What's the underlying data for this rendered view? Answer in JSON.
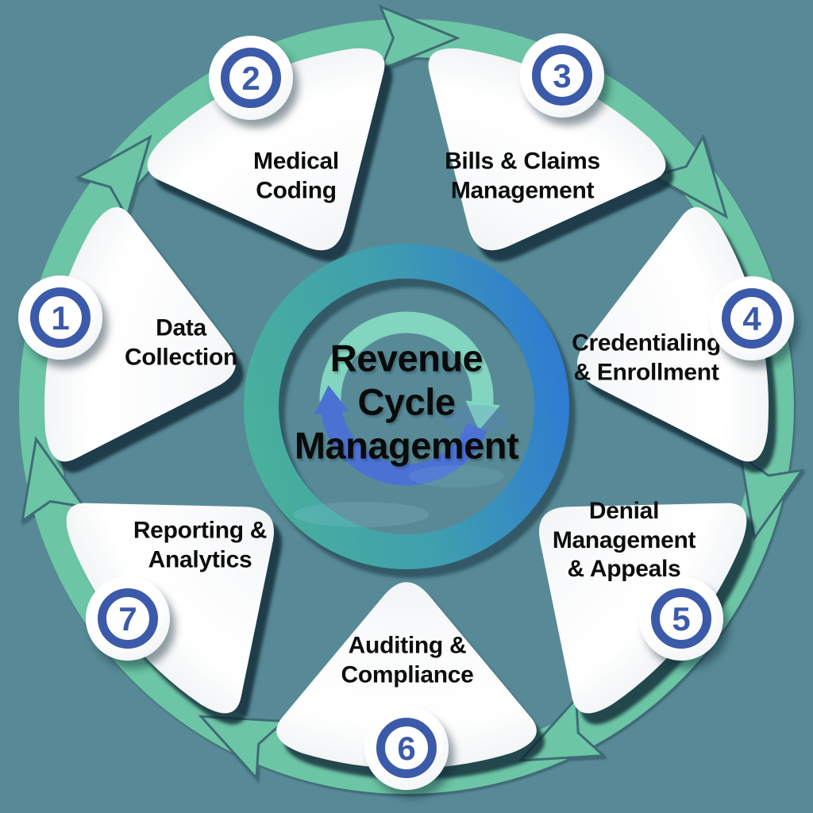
{
  "title": {
    "lines": "Revenue\nCycle\nManagement"
  },
  "segments": [
    {
      "number": "1",
      "label": "Data\nCollection"
    },
    {
      "number": "2",
      "label": "Medical\nCoding"
    },
    {
      "number": "3",
      "label": "Bills & Claims\nManagement"
    },
    {
      "number": "4",
      "label": "Credentialing\n& Enrollment"
    },
    {
      "number": "5",
      "label": "Denial\nManagement\n& Appeals"
    },
    {
      "number": "6",
      "label": "Auditing &\nCompliance"
    },
    {
      "number": "7",
      "label": "Reporting &\nAnalytics"
    }
  ],
  "icons": {
    "outer_ring": "clockwise-arrow-ring-icon",
    "center_logo": "cycle-arrows-icon"
  },
  "colors": {
    "background": "#578a96",
    "arrow_ring_teal": "#6cc5a4",
    "arrow_gap_edge": "#3f6b77",
    "badge_blue": "#3b5aa9",
    "segment_fill_light": "#fbfcfd",
    "segment_fill_shaded": "#e2e7ea",
    "center_ring_teal": "#49b19b",
    "center_ring_mid": "#3f9fae",
    "center_ring_blue": "#2e7ad3",
    "logo_mint": "#86dcc3",
    "logo_blue": "#4a6fd8",
    "text_black": "#0d0d0d",
    "shadow_dark": "#102836"
  }
}
